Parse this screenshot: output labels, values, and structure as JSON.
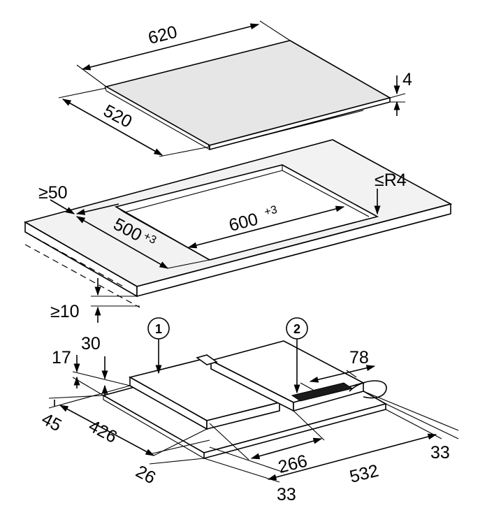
{
  "hob_dims": {
    "width": "620",
    "depth": "520",
    "height": "4"
  },
  "cutout_dims": {
    "edge_min": "≥50",
    "depth": "500",
    "depth_tol": "+3",
    "width": "600",
    "width_tol": "+3",
    "radius": "≤R4",
    "below_min": "≥10"
  },
  "callouts": [
    "1",
    "2"
  ],
  "unit_dims": {
    "d30": "30",
    "d17": "17",
    "d45": "45",
    "d426": "426",
    "d26": "26",
    "d266": "266",
    "d33a": "33",
    "d532": "532",
    "d33b": "33",
    "d78": "78"
  }
}
